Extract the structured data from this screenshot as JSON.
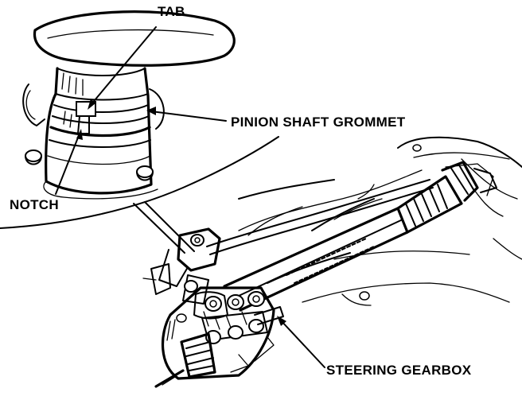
{
  "labels": {
    "tab": "TAB",
    "pinion_shaft_grommet": "PINION SHAFT GROMMET",
    "notch": "NOTCH",
    "steering_gearbox": "STEERING GEARBOX"
  },
  "colors": {
    "ink": "#000000",
    "paper": "#ffffff"
  }
}
